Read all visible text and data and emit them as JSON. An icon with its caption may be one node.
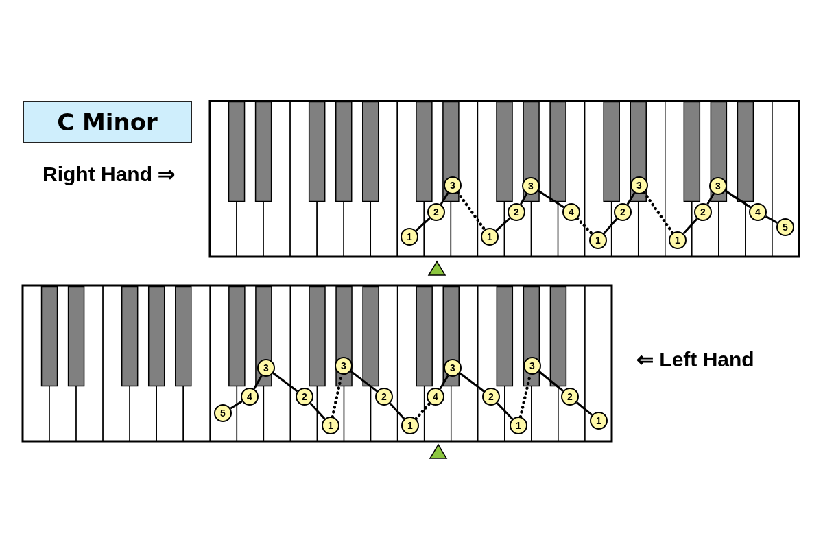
{
  "diagram": {
    "nodes": [
      {
        "text": [
          "C Minor"
        ]
      },
      {
        "text": [
          "1"
        ]
      },
      {
        "text": [
          "2"
        ]
      },
      {
        "text": [
          "3"
        ]
      },
      {
        "text": [
          "1"
        ]
      },
      {
        "text": [
          "2"
        ]
      },
      {
        "text": [
          "3"
        ]
      },
      {
        "text": [
          "4"
        ]
      },
      {
        "text": [
          "1"
        ]
      },
      {
        "text": [
          "2"
        ]
      },
      {
        "text": [
          "3"
        ]
      },
      {
        "text": [
          "1"
        ]
      },
      {
        "text": [
          "2"
        ]
      },
      {
        "text": [
          "3"
        ]
      },
      {
        "text": [
          "4"
        ]
      },
      {
        "text": [
          "5"
        ]
      },
      {
        "text": [
          "5"
        ]
      },
      {
        "text": [
          "4"
        ]
      },
      {
        "text": [
          "3"
        ]
      },
      {
        "text": [
          "2"
        ]
      },
      {
        "text": [
          "1"
        ]
      },
      {
        "text": [
          "3"
        ]
      },
      {
        "text": [
          "2"
        ]
      },
      {
        "text": [
          "1"
        ]
      },
      {
        "text": [
          "4"
        ]
      },
      {
        "text": [
          "3"
        ]
      },
      {
        "text": [
          "2"
        ]
      },
      {
        "text": [
          "1"
        ]
      },
      {
        "text": [
          "3"
        ]
      },
      {
        "text": [
          "2"
        ]
      },
      {
        "text": [
          "1"
        ]
      }
    ],
    "edges": [
      {
        "from": 1,
        "to": 2,
        "arrow": "none"
      },
      {
        "from": 2,
        "to": 3,
        "arrow": "none"
      },
      {
        "from": 3,
        "to": 4,
        "arrow": "none",
        "style": "dashed"
      },
      {
        "from": 4,
        "to": 5,
        "arrow": "none"
      },
      {
        "from": 5,
        "to": 6,
        "arrow": "none"
      },
      {
        "from": 6,
        "to": 7,
        "arrow": "none"
      },
      {
        "from": 7,
        "to": 8,
        "arrow": "none",
        "style": "dashed"
      },
      {
        "from": 8,
        "to": 9,
        "arrow": "none"
      },
      {
        "from": 9,
        "to": 10,
        "arrow": "none"
      },
      {
        "from": 10,
        "to": 11,
        "arrow": "none",
        "style": "dashed"
      },
      {
        "from": 11,
        "to": 12,
        "arrow": "none"
      },
      {
        "from": 12,
        "to": 13,
        "arrow": "none"
      },
      {
        "from": 13,
        "to": 14,
        "arrow": "none"
      },
      {
        "from": 14,
        "to": 15,
        "arrow": "none"
      },
      {
        "from": 16,
        "to": 17,
        "arrow": "none"
      },
      {
        "from": 17,
        "to": 18,
        "arrow": "none"
      },
      {
        "from": 18,
        "to": 19,
        "arrow": "none"
      },
      {
        "from": 19,
        "to": 20,
        "arrow": "none"
      },
      {
        "from": 20,
        "to": 21,
        "arrow": "none",
        "style": "dashed"
      },
      {
        "from": 21,
        "to": 22,
        "arrow": "none"
      },
      {
        "from": 22,
        "to": 23,
        "arrow": "none"
      },
      {
        "from": 23,
        "to": 24,
        "arrow": "none",
        "style": "dashed"
      },
      {
        "from": 24,
        "to": 25,
        "arrow": "none"
      },
      {
        "from": 25,
        "to": 26,
        "arrow": "none"
      },
      {
        "from": 26,
        "to": 27,
        "arrow": "none"
      },
      {
        "from": 27,
        "to": 28,
        "arrow": "none",
        "style": "dashed"
      },
      {
        "from": 28,
        "to": 29,
        "arrow": "none"
      },
      {
        "from": 29,
        "to": 30,
        "arrow": "none"
      }
    ],
    "labels": [
      "Right Hand ⇒",
      "⇐ Left Hand"
    ]
  }
}
